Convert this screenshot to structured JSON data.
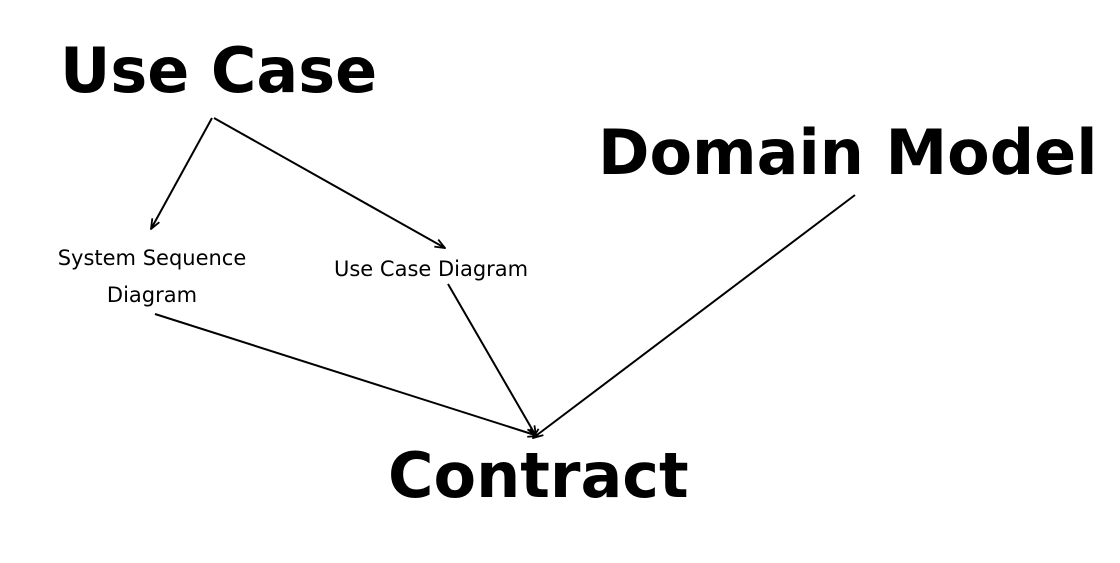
{
  "nodes": {
    "use_case": "Use Case",
    "domain_model": "Domain Model",
    "system_sequence_diagram": {
      "line1": "System Sequence",
      "line2": "Diagram"
    },
    "use_case_diagram": "Use Case Diagram",
    "contract": "Contract"
  },
  "edges": [
    {
      "from": "use_case",
      "to": "system_sequence_diagram"
    },
    {
      "from": "use_case",
      "to": "use_case_diagram"
    },
    {
      "from": "system_sequence_diagram",
      "to": "contract"
    },
    {
      "from": "use_case_diagram",
      "to": "contract"
    },
    {
      "from": "domain_model",
      "to": "contract"
    }
  ],
  "colors": {
    "background": "#ffffff",
    "ink": "#000000"
  }
}
